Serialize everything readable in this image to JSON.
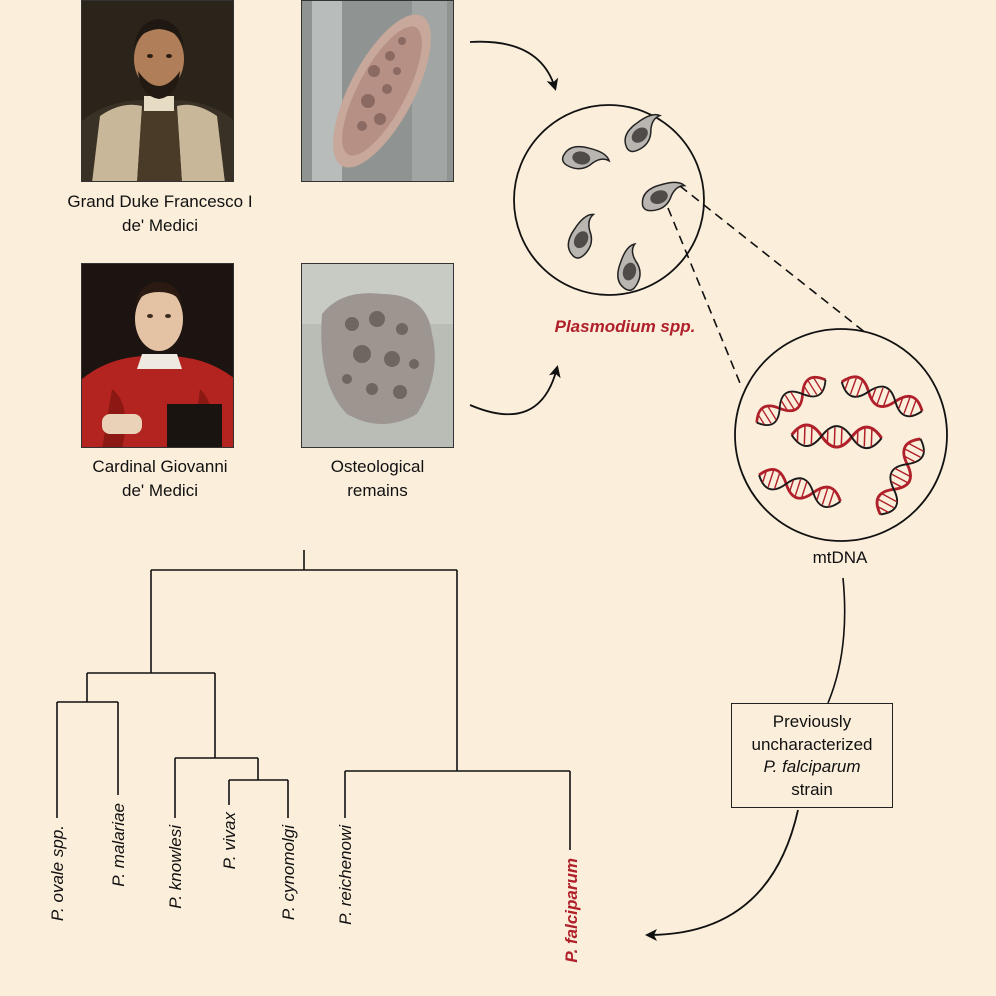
{
  "people": [
    {
      "caption_line1": "Grand Duke Francesco I",
      "caption_line2": "de' Medici"
    },
    {
      "caption_line1": "Cardinal Giovanni",
      "caption_line2": "de' Medici"
    }
  ],
  "remains_caption": {
    "line1": "Osteological",
    "line2": "remains"
  },
  "parasite_label": "Plasmodium spp.",
  "dna_label": "mtDNA",
  "result_box": {
    "line1": "Previously",
    "line2": "uncharacterized",
    "line3": "P. falciparum",
    "line4": "strain"
  },
  "tree_leaves": [
    {
      "label": "P. ovale spp.",
      "highlight": false
    },
    {
      "label": "P. malariae",
      "highlight": false
    },
    {
      "label": "P. knowlesi",
      "highlight": false
    },
    {
      "label": "P. vivax",
      "highlight": false
    },
    {
      "label": "P. cynomolgi",
      "highlight": false
    },
    {
      "label": "P. reichenowi",
      "highlight": false
    },
    {
      "label": "P. falciparum",
      "highlight": true
    }
  ],
  "colors": {
    "background": "#fbeedb",
    "highlight_red": "#b0202a",
    "line": "#111111"
  }
}
